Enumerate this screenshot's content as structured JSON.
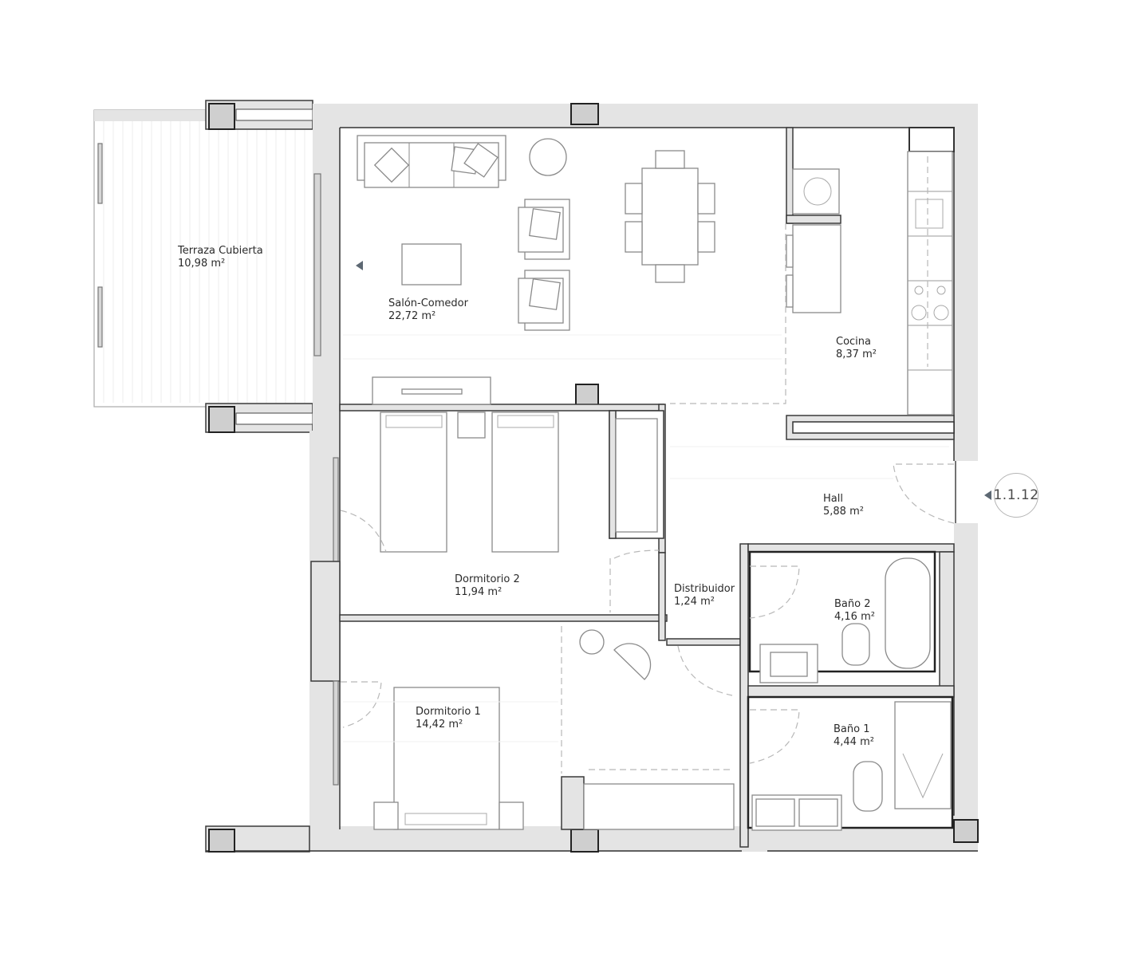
{
  "plan": {
    "unit_reference": "1.1.12",
    "rooms": [
      {
        "id": "terraza",
        "name": "Terraza Cubierta",
        "area": "10,98 m²"
      },
      {
        "id": "salon",
        "name": "Salón-Comedor",
        "area": "22,72 m²"
      },
      {
        "id": "cocina",
        "name": "Cocina",
        "area": "8,37 m²"
      },
      {
        "id": "hall",
        "name": "Hall",
        "area": "5,88 m²"
      },
      {
        "id": "dormitorio2",
        "name": "Dormitorio 2",
        "area": "11,94 m²"
      },
      {
        "id": "distribuidor",
        "name": "Distribuidor",
        "area": "1,24 m²"
      },
      {
        "id": "bano2",
        "name": "Baño 2",
        "area": "4,16 m²"
      },
      {
        "id": "dormitorio1",
        "name": "Dormitorio 1",
        "area": "14,42 m²"
      },
      {
        "id": "bano1",
        "name": "Baño 1",
        "area": "4,44 m²"
      }
    ],
    "colors": {
      "wall_fill": "#e4e4e4",
      "wall_stroke": "#3a3a3a",
      "furniture_stroke": "#8a8a8a",
      "marker": "#5d6873"
    },
    "entrance_marker_icon": "triangle-left-icon",
    "orientation_marker_icon": "triangle-left-icon"
  }
}
